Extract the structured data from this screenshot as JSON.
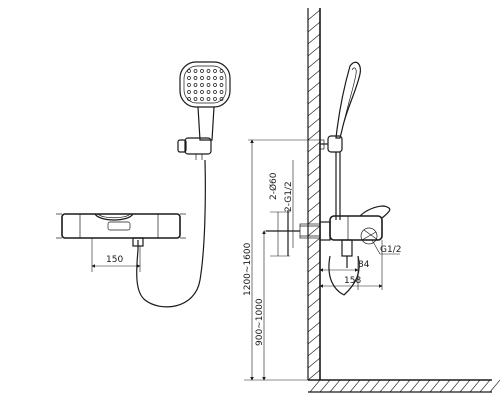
{
  "diagram": {
    "labels": {
      "front_width": "150",
      "height_total": "1200~1600",
      "height_mixer": "900~1000",
      "hole_count": "2-Ø60",
      "thread_wall": "2-G1/2",
      "thread_outlet": "G1/2",
      "depth_body": "84",
      "depth_total": "158"
    },
    "colors": {
      "line": "#1a1a1a",
      "background": "#ffffff"
    }
  }
}
